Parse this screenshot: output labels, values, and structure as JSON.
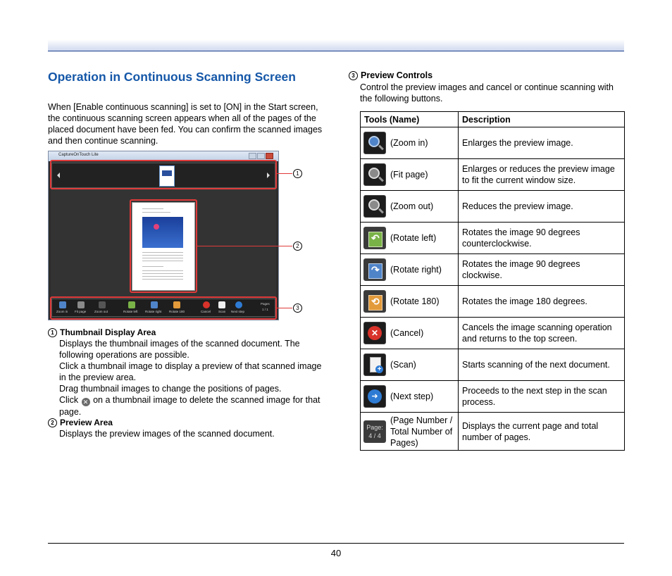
{
  "section_title": "Operation in Continuous Scanning Screen",
  "intro": "When [Enable continuous scanning] is set to [ON] in the Start screen, the continuous scanning screen appears when all of the pages of the placed document have been fed. You can confirm the scanned images and then continue scanning.",
  "screenshot": {
    "window_title": "CaptureOnTouch Lite",
    "toolbar_labels": [
      "Zoom in",
      "Fit page",
      "Zoom out",
      "Rotate left",
      "Rotate right",
      "Rotate 180",
      "Cancel",
      "Scan",
      "Next step"
    ],
    "pages_label": "Pages",
    "pages_value": "1 / 1",
    "callouts": [
      "1",
      "2",
      "3"
    ]
  },
  "items": [
    {
      "num": "1",
      "term": "Thumbnail Display Area",
      "desc1": "Displays the thumbnail images of the scanned document. The following operations are possible.",
      "desc2": "Click a thumbnail image to display a preview of that scanned image in the preview area.",
      "desc3": "Drag thumbnail images to change the positions of pages.",
      "desc4_pre": "Click",
      "desc4_post": "on a thumbnail image to delete the scanned image for that page."
    },
    {
      "num": "2",
      "term": "Preview Area",
      "desc1": "Displays the preview images of the scanned document."
    }
  ],
  "preview_controls": {
    "num": "3",
    "title": "Preview Controls",
    "desc": "Control the preview images and cancel or continue scanning with the following buttons.",
    "headers": [
      "Tools (Name)",
      "Description"
    ],
    "rows": [
      {
        "icon": "zoom-in-icon",
        "name": "(Zoom in)",
        "desc": "Enlarges the preview image."
      },
      {
        "icon": "fit-page-icon",
        "name": "(Fit page)",
        "desc": "Enlarges or reduces the preview image to fit the current window size."
      },
      {
        "icon": "zoom-out-icon",
        "name": "(Zoom out)",
        "desc": "Reduces the preview image."
      },
      {
        "icon": "rotate-left-icon",
        "name": "(Rotate left)",
        "desc": "Rotates the image 90 degrees counterclockwise."
      },
      {
        "icon": "rotate-right-icon",
        "name": "(Rotate right)",
        "desc": "Rotates the image 90 degrees clockwise."
      },
      {
        "icon": "rotate-180-icon",
        "name": "(Rotate 180)",
        "desc": "Rotates the image 180 degrees."
      },
      {
        "icon": "cancel-icon",
        "name": "(Cancel)",
        "desc": "Cancels the image scanning operation and returns to the top screen."
      },
      {
        "icon": "scan-icon",
        "name": "(Scan)",
        "desc": "Starts scanning of the next document."
      },
      {
        "icon": "next-step-icon",
        "name": "(Next step)",
        "desc": "Proceeds to the next step in the scan process."
      },
      {
        "icon": "page-number-icon",
        "name": "(Page Number / Total Number of Pages)",
        "desc": "Displays the current page and total number of pages.",
        "icon_text_1": "Page:",
        "icon_text_2": "4 / 4"
      }
    ]
  },
  "page_number": "40"
}
